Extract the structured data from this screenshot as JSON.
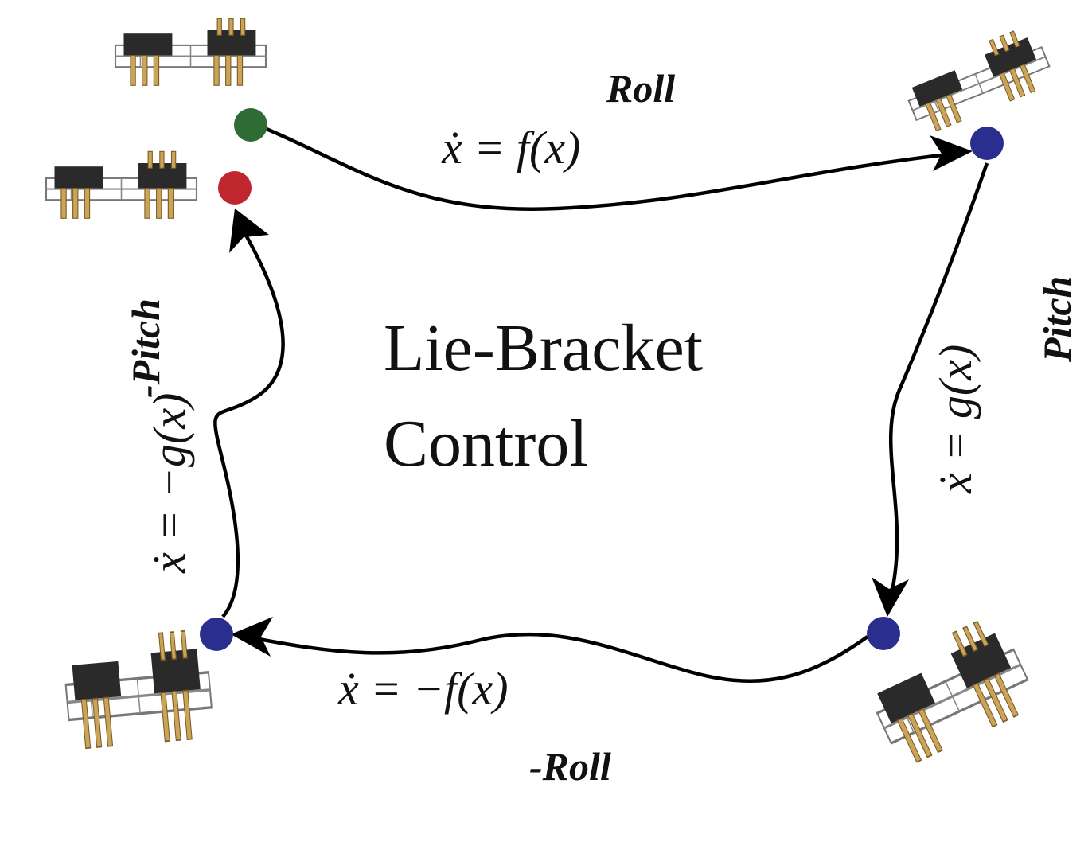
{
  "title_lines": [
    "Lie-Bracket",
    "Control"
  ],
  "edges": {
    "top": {
      "label": "Roll",
      "equation": "ẋ = f(x)"
    },
    "right": {
      "label": "Pitch",
      "equation": "ẋ = g(x)"
    },
    "bottom": {
      "label": "-Roll",
      "equation": "ẋ = −f(x)"
    },
    "left": {
      "label": "-Pitch",
      "equation": "ẋ = −g(x)"
    }
  },
  "colors": {
    "start_node": "#2e6b35",
    "end_node": "#c0262d",
    "intermediate_node": "#2a2f8f",
    "path": "#000000"
  },
  "node_icons": [
    "robot-pose-start",
    "robot-pose-end",
    "robot-pose-rolled",
    "robot-pose-rolled-pitched",
    "robot-pose-pitched"
  ]
}
